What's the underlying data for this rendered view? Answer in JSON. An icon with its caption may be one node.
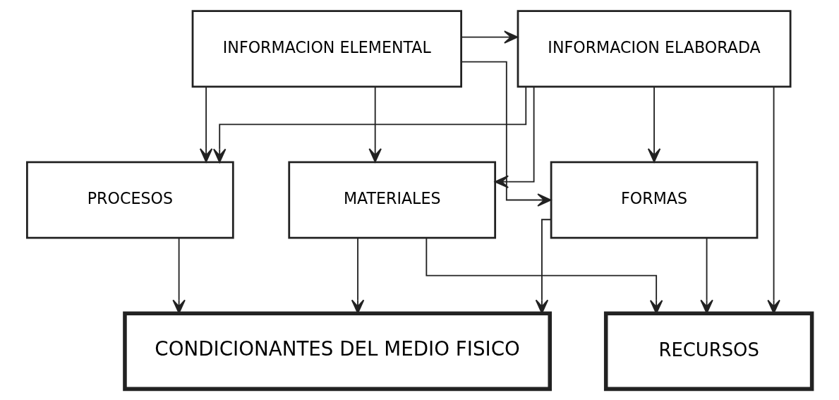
{
  "diagram": {
    "nodes": [
      {
        "text": [
          "INFORMACION ELABORADA"
        ]
      },
      {
        "text": [
          "INFORMACION ELEMENTAL"
        ]
      },
      {
        "text": [
          "MATERIALES"
        ]
      },
      {
        "text": [
          "FORMAS"
        ]
      },
      {
        "text": [
          "PROCESOS"
        ]
      },
      {
        "text": [
          "RECURSOS"
        ]
      },
      {
        "text": [
          "CONDICIONANTES DEL MEDIO FISICO"
        ]
      }
    ],
    "edges": [
      {
        "from": 1,
        "to": 0,
        "arrow": "to"
      },
      {
        "from": 0,
        "to": 5,
        "arrow": "to"
      },
      {
        "from": 0,
        "to": 2,
        "arrow": "to"
      },
      {
        "from": 0,
        "to": 3,
        "arrow": "to"
      },
      {
        "from": 0,
        "to": 4,
        "arrow": "to"
      },
      {
        "from": 1,
        "to": 2,
        "arrow": "to"
      },
      {
        "from": 1,
        "to": 3,
        "arrow": "to"
      },
      {
        "from": 1,
        "to": 4,
        "arrow": "to"
      },
      {
        "from": 2,
        "to": 5,
        "arrow": "to"
      },
      {
        "from": 3,
        "to": 5,
        "arrow": "to"
      },
      {
        "from": 2,
        "to": 6,
        "arrow": "to"
      },
      {
        "from": 3,
        "to": 6,
        "arrow": "to"
      },
      {
        "from": 4,
        "to": 6,
        "arrow": "to"
      }
    ]
  }
}
